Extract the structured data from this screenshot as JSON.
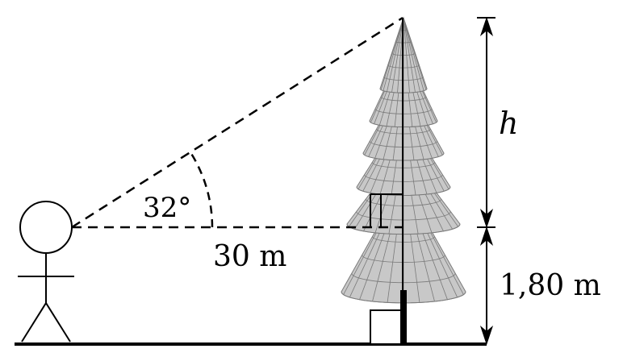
{
  "labels": {
    "angle": "32°",
    "distance": "30 m",
    "height_unknown": "h",
    "eye_height": "1,80 m"
  },
  "values": {
    "angle_deg": 32,
    "distance_m": 30,
    "eye_height_m": 1.8
  },
  "colors": {
    "ink": "#000000",
    "tree_fill": "#c8c8c8",
    "tree_mesh": "#7a7a7a"
  },
  "icons": {
    "person": "stick-figure",
    "tree": "conifer-tree"
  }
}
